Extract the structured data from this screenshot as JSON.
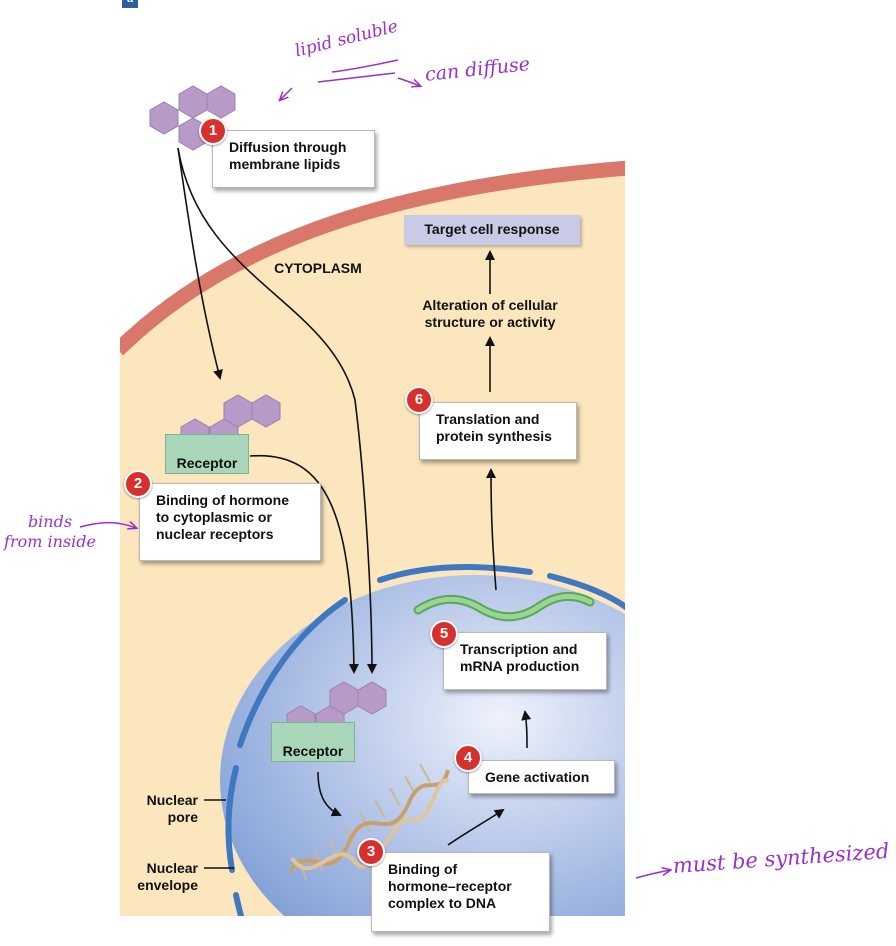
{
  "panel_letter": "a",
  "steps": [
    {
      "number": "1",
      "text": "Diffusion through\nmembrane lipids"
    },
    {
      "number": "2",
      "text": "Binding of hormone\nto cytoplasmic or\nnuclear receptors"
    },
    {
      "number": "3",
      "text": "Binding of\nhormone–receptor\ncomplex to DNA"
    },
    {
      "number": "4",
      "text": "Gene activation"
    },
    {
      "number": "5",
      "text": "Transcription and\nmRNA production"
    },
    {
      "number": "6",
      "text": "Translation and\nprotein synthesis"
    }
  ],
  "labels": {
    "cytoplasm": "CYTOPLASM",
    "target_response": "Target cell response",
    "alteration": "Alteration of cellular\nstructure or activity",
    "receptor_cytoplasm": "Receptor",
    "receptor_nucleus": "Receptor",
    "nuclear_pore": "Nuclear\npore",
    "nuclear_envelope": "Nuclear\nenvelope"
  },
  "annotations": {
    "lipid_soluble": "lipid soluble",
    "can_diffuse": "can diffuse",
    "binds_from_inside": "binds\nfrom inside",
    "must_be_synthesized": "must be synthesized"
  },
  "colors": {
    "cytoplasm": "#fbe6bd",
    "membrane": "#d9786a",
    "nucleus": "#7f9fd6",
    "nuclear_envelope": "#3f78c0",
    "hormone": "#b79ac8",
    "receptor": "#a9d5b8",
    "badge": "#d6312f",
    "mrna": "#7fc57a",
    "handwriting": "#9a2fd0",
    "target_box": "#c9cbe6"
  }
}
